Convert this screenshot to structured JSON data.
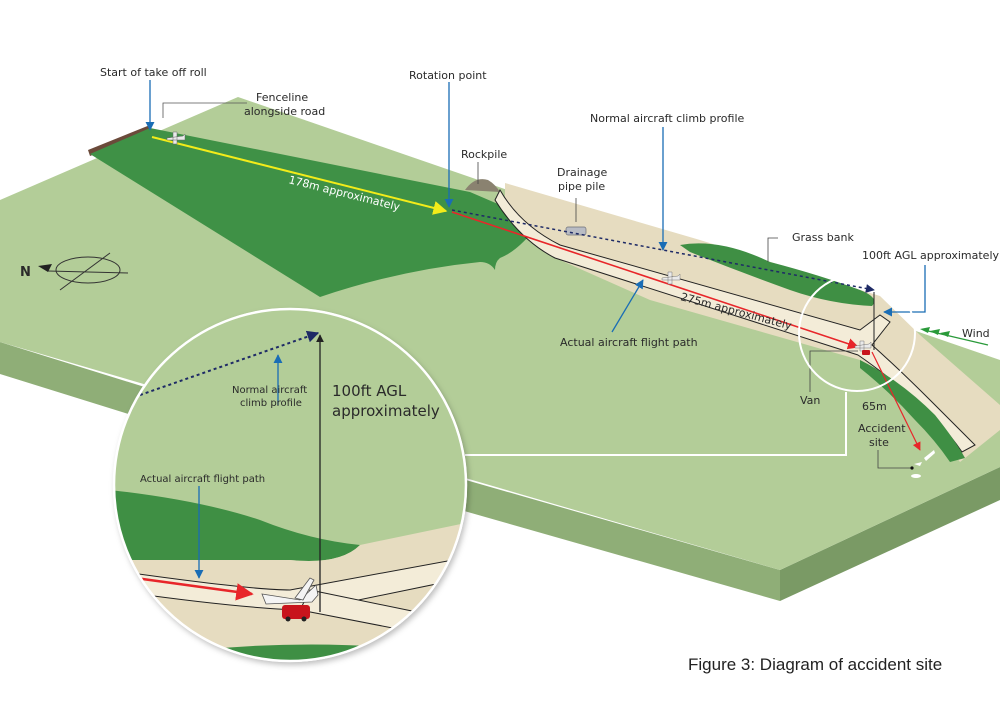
{
  "figure": {
    "caption": "Figure 3: Diagram of accident site",
    "colors": {
      "field_light": "#b3cd98",
      "field_side_left": "#8fae77",
      "field_side_right": "#7a9a65",
      "airstrip_grass": "#3f9146",
      "road_surface": "#f3ecd8",
      "road_verge": "#e6dcc0",
      "grass_bank": "#3f8f44",
      "takeoff_roll_line": "#f2ec1a",
      "actual_path_line": "#e8262a",
      "normal_climb_line": "#1e2a66",
      "callout_arrow": "#1a6db5",
      "wind_arrow": "#2a9a3a",
      "van": "#c8141c"
    }
  },
  "labels": {
    "start_takeoff": "Start of take off roll",
    "fenceline_1": "Fenceline",
    "fenceline_2": "alongside road",
    "rotation_point": "Rotation point",
    "normal_climb": "Normal aircraft climb profile",
    "rockpile": "Rockpile",
    "drainage_1": "Drainage",
    "drainage_2": "pipe pile",
    "grass_bank": "Grass bank",
    "agl_main": "100ft AGL approximately",
    "distance_178": "178m approximately",
    "distance_275": "275m approximately",
    "actual_path": "Actual aircraft flight path",
    "wind": "Wind",
    "van": "Van",
    "distance_65": "65m",
    "accident_1": "Accident",
    "accident_2": "site",
    "north": "N"
  },
  "inset": {
    "normal_climb_1": "Normal aircraft",
    "normal_climb_2": "climb profile",
    "agl_1": "100ft AGL",
    "agl_2": "approximately",
    "actual_path": "Actual aircraft flight path"
  }
}
